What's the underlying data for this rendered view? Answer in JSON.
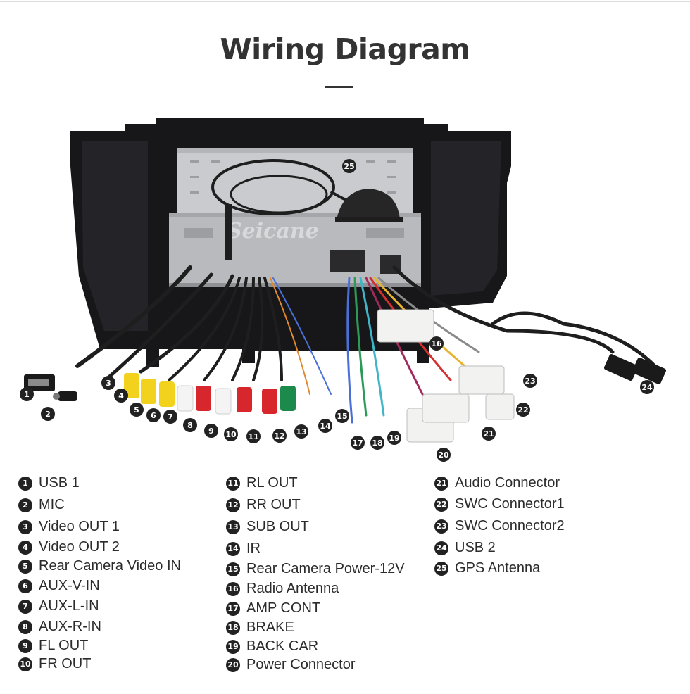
{
  "title": "Wiring Diagram",
  "watermark": "Seicane",
  "callouts": [
    "1",
    "2",
    "3",
    "4",
    "5",
    "6",
    "7",
    "8",
    "9",
    "10",
    "11",
    "12",
    "13",
    "14",
    "15",
    "16",
    "17",
    "18",
    "19",
    "20",
    "21",
    "22",
    "23",
    "24",
    "25"
  ],
  "legend": [
    {
      "num": "1",
      "label": "USB 1"
    },
    {
      "num": "2",
      "label": "MIC"
    },
    {
      "num": "3",
      "label": "Video OUT 1"
    },
    {
      "num": "4",
      "label": "Video OUT 2"
    },
    {
      "num": "5",
      "label": "Rear Camera Video IN"
    },
    {
      "num": "6",
      "label": "AUX-V-IN"
    },
    {
      "num": "7",
      "label": "AUX-L-IN"
    },
    {
      "num": "8",
      "label": "AUX-R-IN"
    },
    {
      "num": "9",
      "label": "FL OUT"
    },
    {
      "num": "10",
      "label": "FR OUT"
    },
    {
      "num": "11",
      "label": "RL OUT"
    },
    {
      "num": "12",
      "label": "RR OUT"
    },
    {
      "num": "13",
      "label": "SUB OUT"
    },
    {
      "num": "14",
      "label": "IR"
    },
    {
      "num": "15",
      "label": "Rear Camera Power-12V"
    },
    {
      "num": "16",
      "label": "Radio Antenna"
    },
    {
      "num": "17",
      "label": "AMP CONT"
    },
    {
      "num": "18",
      "label": "BRAKE"
    },
    {
      "num": "19",
      "label": "BACK CAR"
    },
    {
      "num": "20",
      "label": "Power Connector"
    },
    {
      "num": "21",
      "label": "Audio Connector"
    },
    {
      "num": "22",
      "label": "SWC Connector1"
    },
    {
      "num": "23",
      "label": "SWC Connector2"
    },
    {
      "num": "24",
      "label": "USB 2"
    },
    {
      "num": "25",
      "label": "GPS Antenna"
    }
  ],
  "colors": {
    "panel": "#17171a",
    "chassis": "#c9cbce",
    "cable": "#1e1e1e",
    "rca_yellow": "#f2d21c",
    "rca_white": "#f4f4f4",
    "rca_red": "#d7262c",
    "rca_green": "#1c8a4a",
    "connector": "#f2f2f0",
    "badge": "#222222"
  }
}
